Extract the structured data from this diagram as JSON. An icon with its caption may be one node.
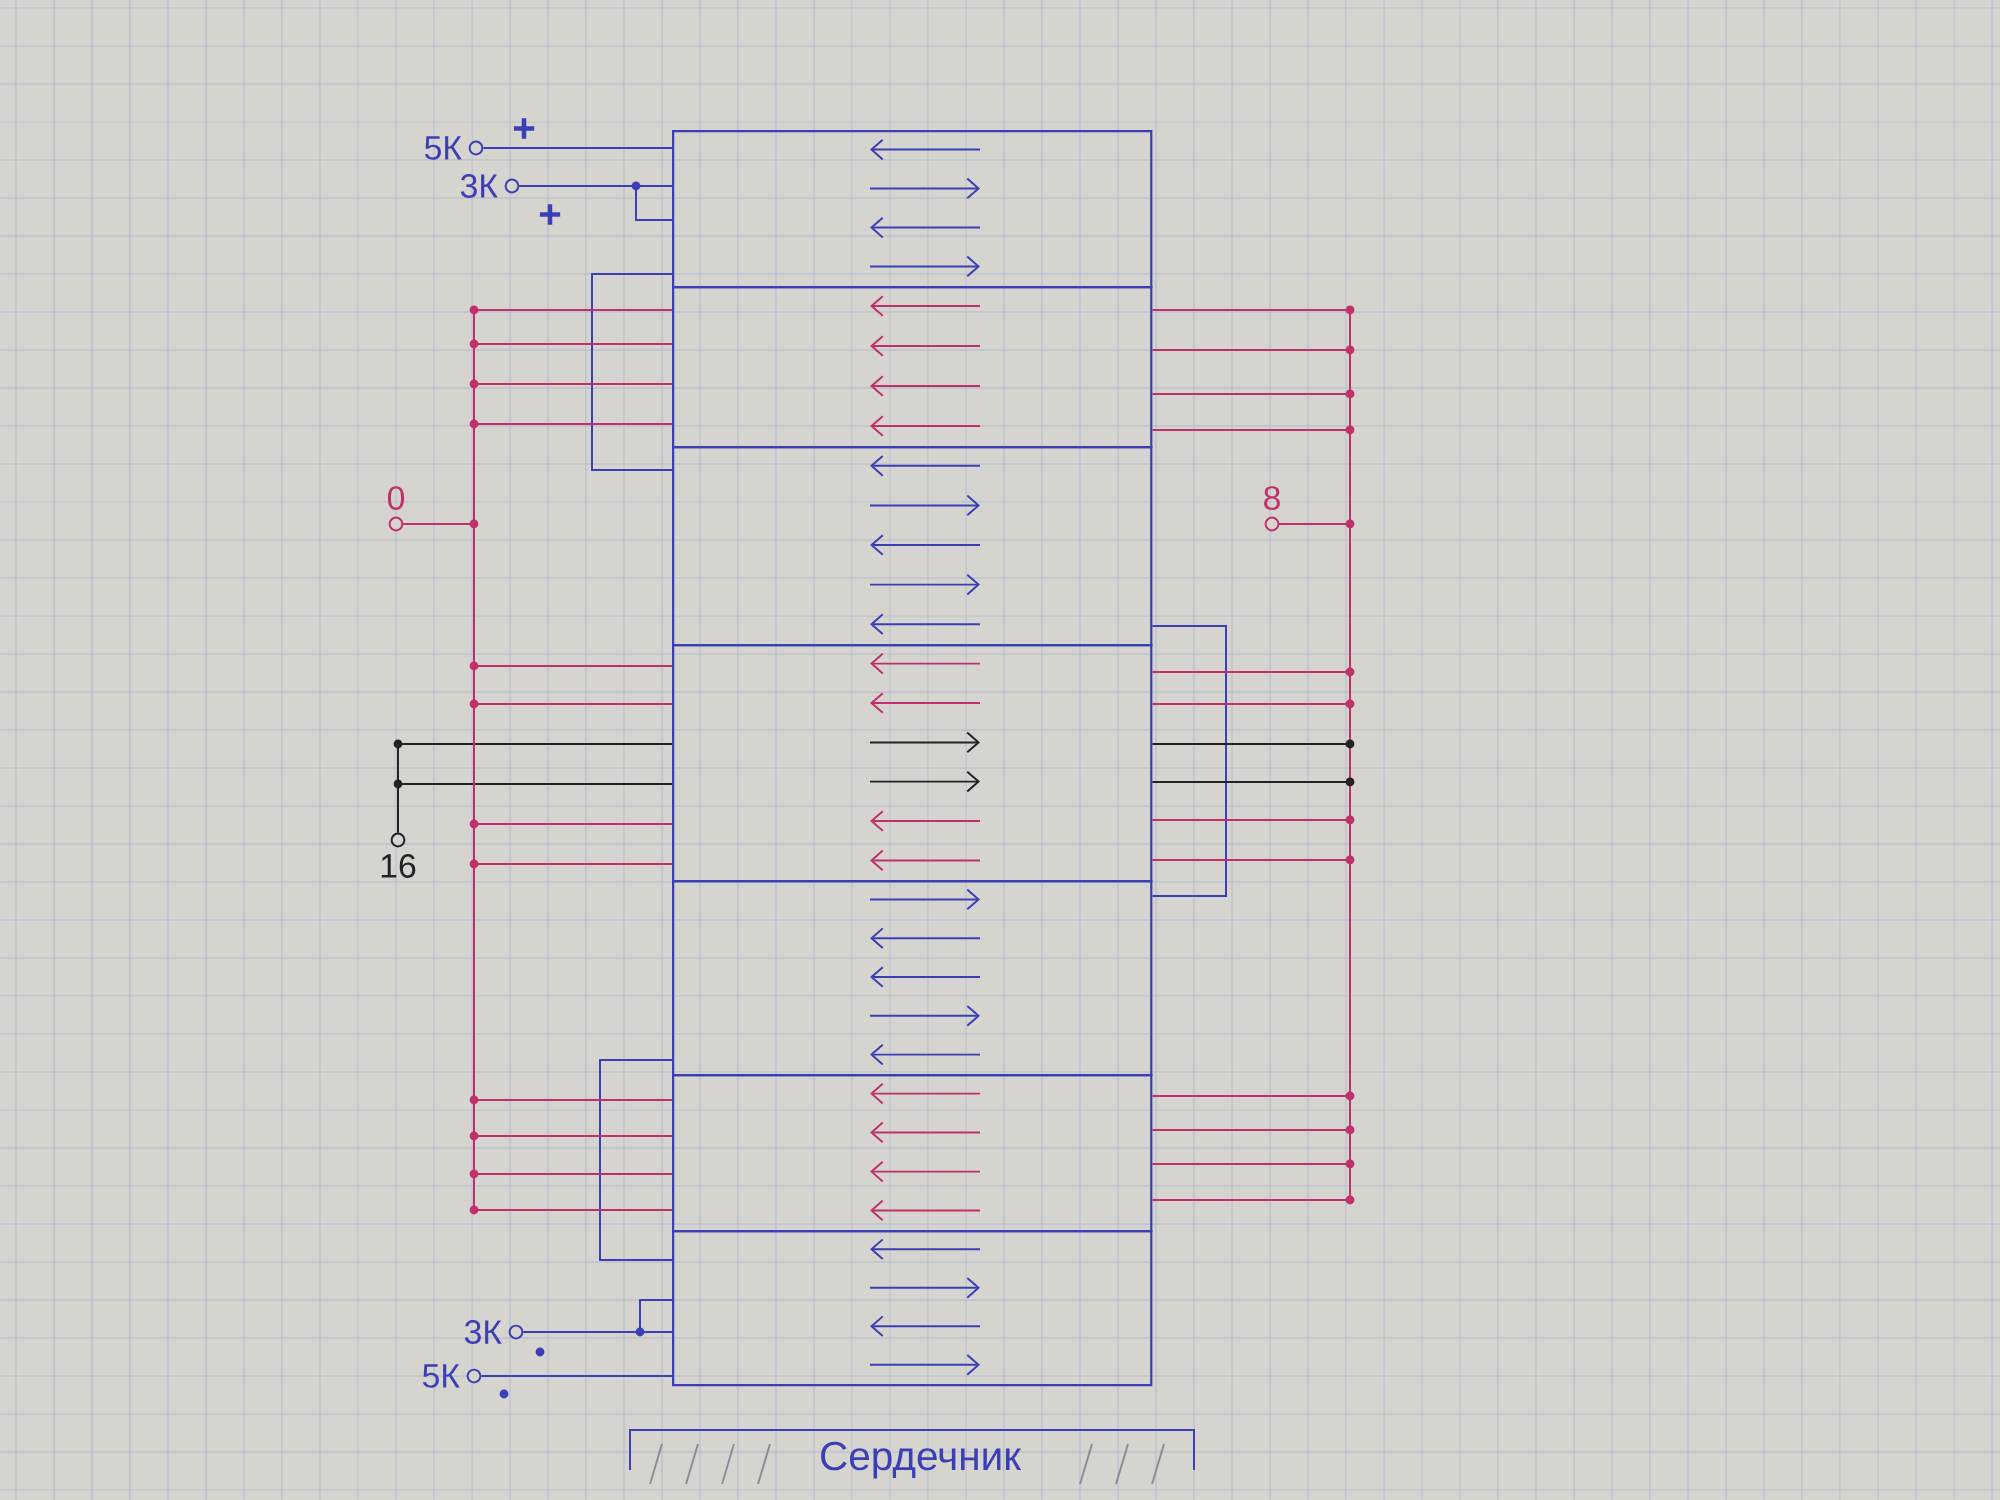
{
  "diagram": {
    "nodes": [
      {
        "text": [],
        "shape": "box"
      },
      {
        "text": [],
        "shape": "box"
      },
      {
        "text": [],
        "shape": "box"
      },
      {
        "text": [],
        "shape": "box"
      },
      {
        "text": [],
        "shape": "box"
      },
      {
        "text": [],
        "shape": "box"
      },
      {
        "text": [],
        "shape": "box"
      },
      {
        "text": [
          "5К"
        ]
      },
      {
        "text": [
          "3К"
        ]
      },
      {
        "text": [
          "0"
        ]
      },
      {
        "text": [
          "8"
        ]
      },
      {
        "text": [
          "16"
        ]
      },
      {
        "text": [
          "3К"
        ]
      },
      {
        "text": [
          "5К"
        ]
      }
    ],
    "edges": [
      {
        "from": 7,
        "to": 0,
        "arrow": "none",
        "color": "#3b3fb5"
      },
      {
        "from": 8,
        "to": 0,
        "arrow": "none",
        "color": "#3b3fb5"
      },
      {
        "from": 8,
        "to": 0,
        "arrow": "none",
        "color": "#3b3fb5"
      },
      {
        "from": 0,
        "to": 2,
        "arrow": "none",
        "color": "#3b3fb5"
      },
      {
        "from": 9,
        "to": 1,
        "arrow": "none"
      },
      {
        "from": 9,
        "to": 1,
        "arrow": "none"
      },
      {
        "from": 9,
        "to": 1,
        "arrow": "none"
      },
      {
        "from": 9,
        "to": 1,
        "arrow": "none"
      },
      {
        "from": 10,
        "to": 1,
        "arrow": "none"
      },
      {
        "from": 10,
        "to": 1,
        "arrow": "none"
      },
      {
        "from": 10,
        "to": 1,
        "arrow": "none"
      },
      {
        "from": 10,
        "to": 1,
        "arrow": "none"
      },
      {
        "from": 2,
        "to": 4,
        "arrow": "none",
        "color": "#3b3fb5"
      },
      {
        "from": 9,
        "to": 3,
        "arrow": "none"
      },
      {
        "from": 9,
        "to": 3,
        "arrow": "none"
      },
      {
        "from": 11,
        "to": 3,
        "arrow": "none",
        "color": "#222222"
      },
      {
        "from": 11,
        "to": 3,
        "arrow": "none",
        "color": "#222222"
      },
      {
        "from": 9,
        "to": 3,
        "arrow": "none"
      },
      {
        "from": 9,
        "to": 3,
        "arrow": "none"
      },
      {
        "from": 10,
        "to": 3,
        "arrow": "none"
      },
      {
        "from": 10,
        "to": 3,
        "arrow": "none"
      },
      {
        "from": 10,
        "to": 3,
        "arrow": "none",
        "color": "#222222"
      },
      {
        "from": 10,
        "to": 3,
        "arrow": "none",
        "color": "#222222"
      },
      {
        "from": 10,
        "to": 3,
        "arrow": "none"
      },
      {
        "from": 10,
        "to": 3,
        "arrow": "none"
      },
      {
        "from": 4,
        "to": 6,
        "arrow": "none",
        "color": "#3b3fb5"
      },
      {
        "from": 9,
        "to": 5,
        "arrow": "none"
      },
      {
        "from": 9,
        "to": 5,
        "arrow": "none"
      },
      {
        "from": 9,
        "to": 5,
        "arrow": "none"
      },
      {
        "from": 9,
        "to": 5,
        "arrow": "none"
      },
      {
        "from": 10,
        "to": 5,
        "arrow": "none"
      },
      {
        "from": 10,
        "to": 5,
        "arrow": "none"
      },
      {
        "from": 10,
        "to": 5,
        "arrow": "none"
      },
      {
        "from": 10,
        "to": 5,
        "arrow": "none"
      },
      {
        "from": 12,
        "to": 6,
        "arrow": "none",
        "color": "#3b3fb5"
      },
      {
        "from": 12,
        "to": 6,
        "arrow": "none",
        "color": "#3b3fb5"
      },
      {
        "from": 13,
        "to": 6,
        "arrow": "none",
        "color": "#3b3fb5"
      }
    ],
    "labels": [
      "+",
      "+",
      "Сердечник"
    ]
  }
}
